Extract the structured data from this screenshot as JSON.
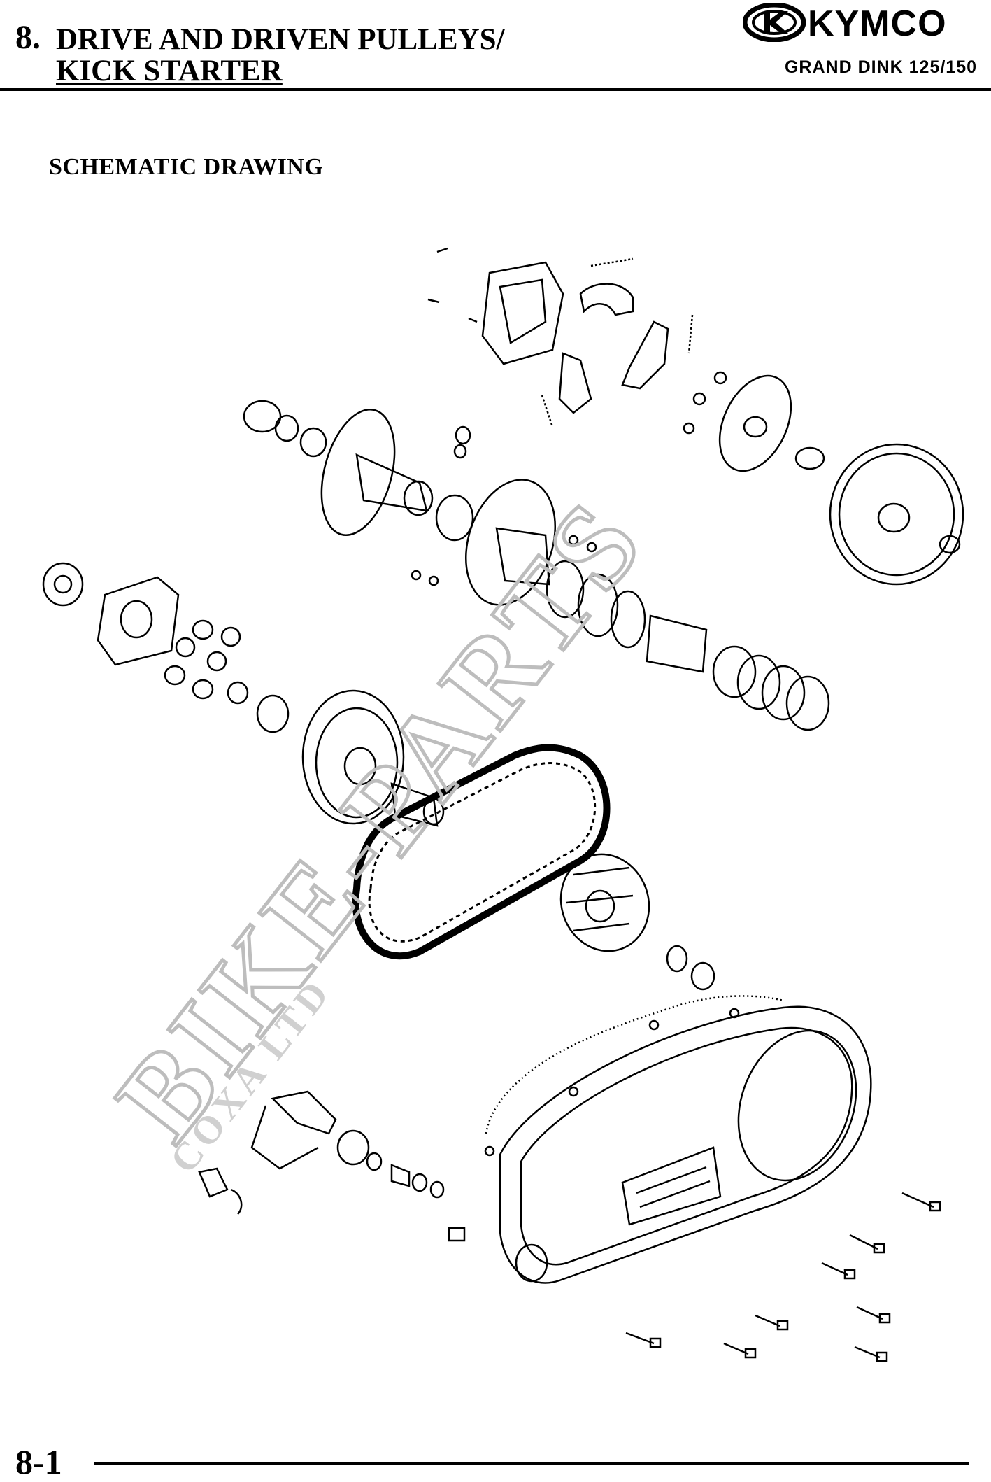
{
  "header": {
    "chapter_number": "8.",
    "title_line1": "DRIVE AND DRIVEN PULLEYS/",
    "title_line2": "KICK STARTER",
    "brand": "KYMCO",
    "model": "GRAND DINK 125/150"
  },
  "section": {
    "title": "SCHEMATIC DRAWING"
  },
  "watermark": {
    "line1": "BIKE-PARTS",
    "line2": "COXA LTD"
  },
  "footer": {
    "page_number": "8-1"
  }
}
